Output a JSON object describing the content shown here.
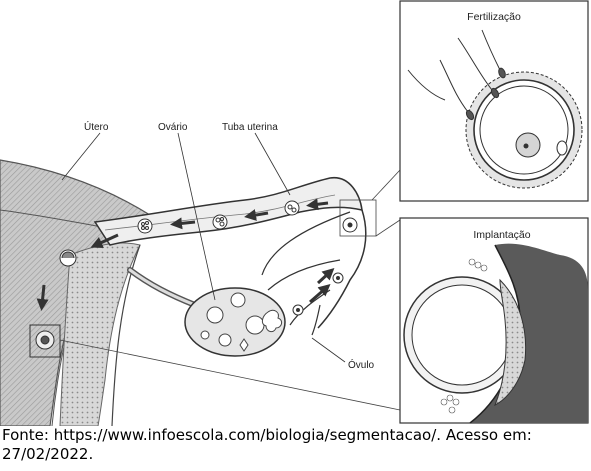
{
  "labels": {
    "utero": "Útero",
    "ovario": "Ovário",
    "tuba": "Tuba uterina",
    "ovulo": "Óvulo"
  },
  "panels": {
    "fertilization_title": "Fertilização",
    "implantation_title": "Implantação"
  },
  "caption": "Fonte: https://www.infoescola.com/biologia/segmentacao/. Acesso em: 27/02/2022."
}
